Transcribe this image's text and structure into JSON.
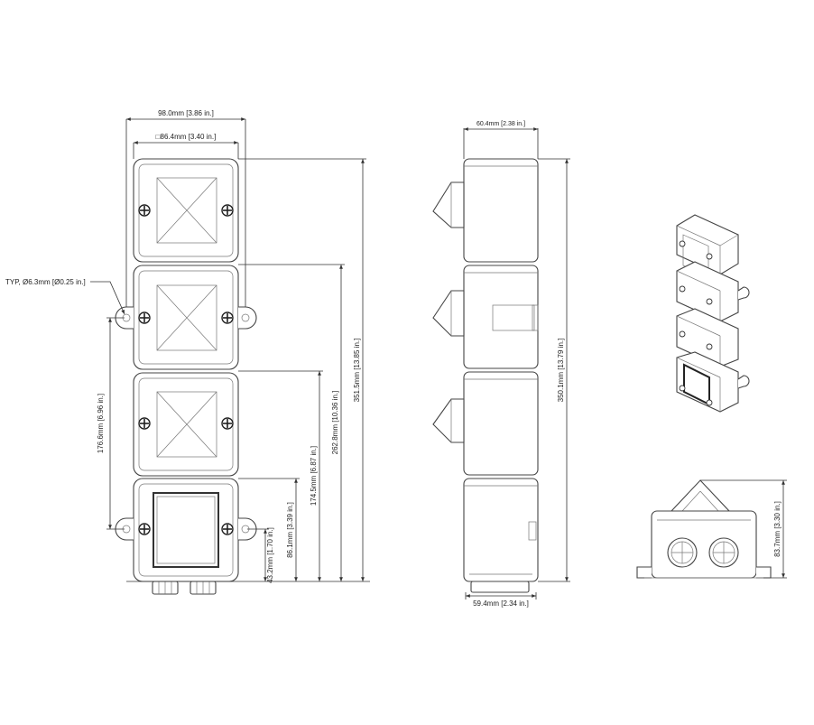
{
  "front": {
    "width_label": "98.0mm [3.86 in.]",
    "lens_label": "□86.4mm [3.40 in.]",
    "hole_label": "TYP, Ø6.3mm [Ø0.25 in.]",
    "mount_span_label": "176.6mm [6.96 in.]",
    "heights": [
      "43.2mm [1.70 in.]",
      "86.1mm [3.39 in.]",
      "174.5mm [6.87 in.]",
      "262.8mm [10.36 in.]",
      "351.5mm [13.85 in.]"
    ]
  },
  "side": {
    "top_width_label": "60.4mm [2.38 in.]",
    "base_width_label": "59.4mm [2.34 in.]",
    "height_label": "350.1mm [13.79 in.]"
  },
  "end": {
    "height_label": "83.7mm [3.30 in.]"
  }
}
